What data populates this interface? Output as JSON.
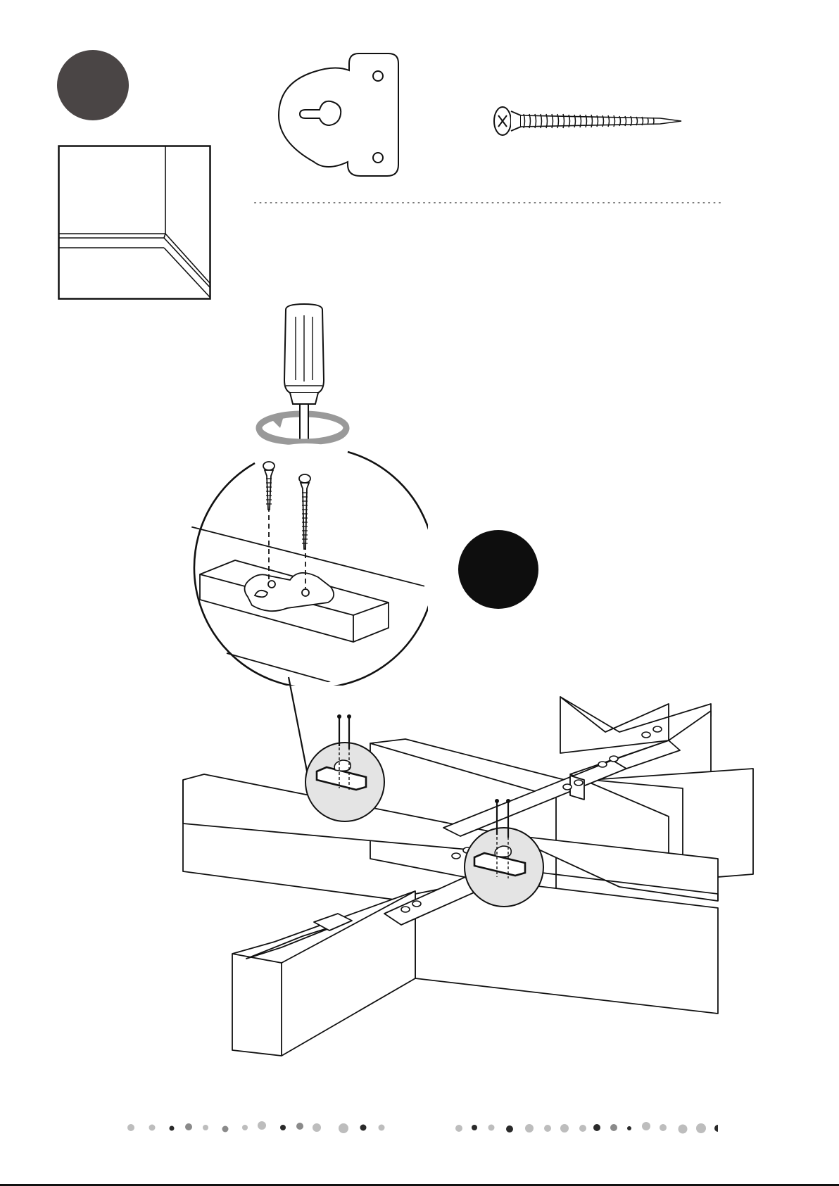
{
  "page": {
    "type": "assembly-instruction",
    "step_badge_color": "#4a4545",
    "detail_badge_color": "#0e0e0e",
    "line_color": "#111111",
    "detail_fill": "#e4e4e4"
  },
  "parts": [
    {
      "name": "keyhole-hanger-bracket",
      "icon": "keyhole-bracket-icon"
    },
    {
      "name": "wood-screw",
      "icon": "screw-icon"
    }
  ],
  "tools": [
    {
      "name": "screwdriver",
      "icon": "screwdriver-icon"
    }
  ],
  "footer": {
    "dot_colors": [
      "#bdbdbd",
      "#8a8a8a",
      "#2a2a2a"
    ]
  }
}
